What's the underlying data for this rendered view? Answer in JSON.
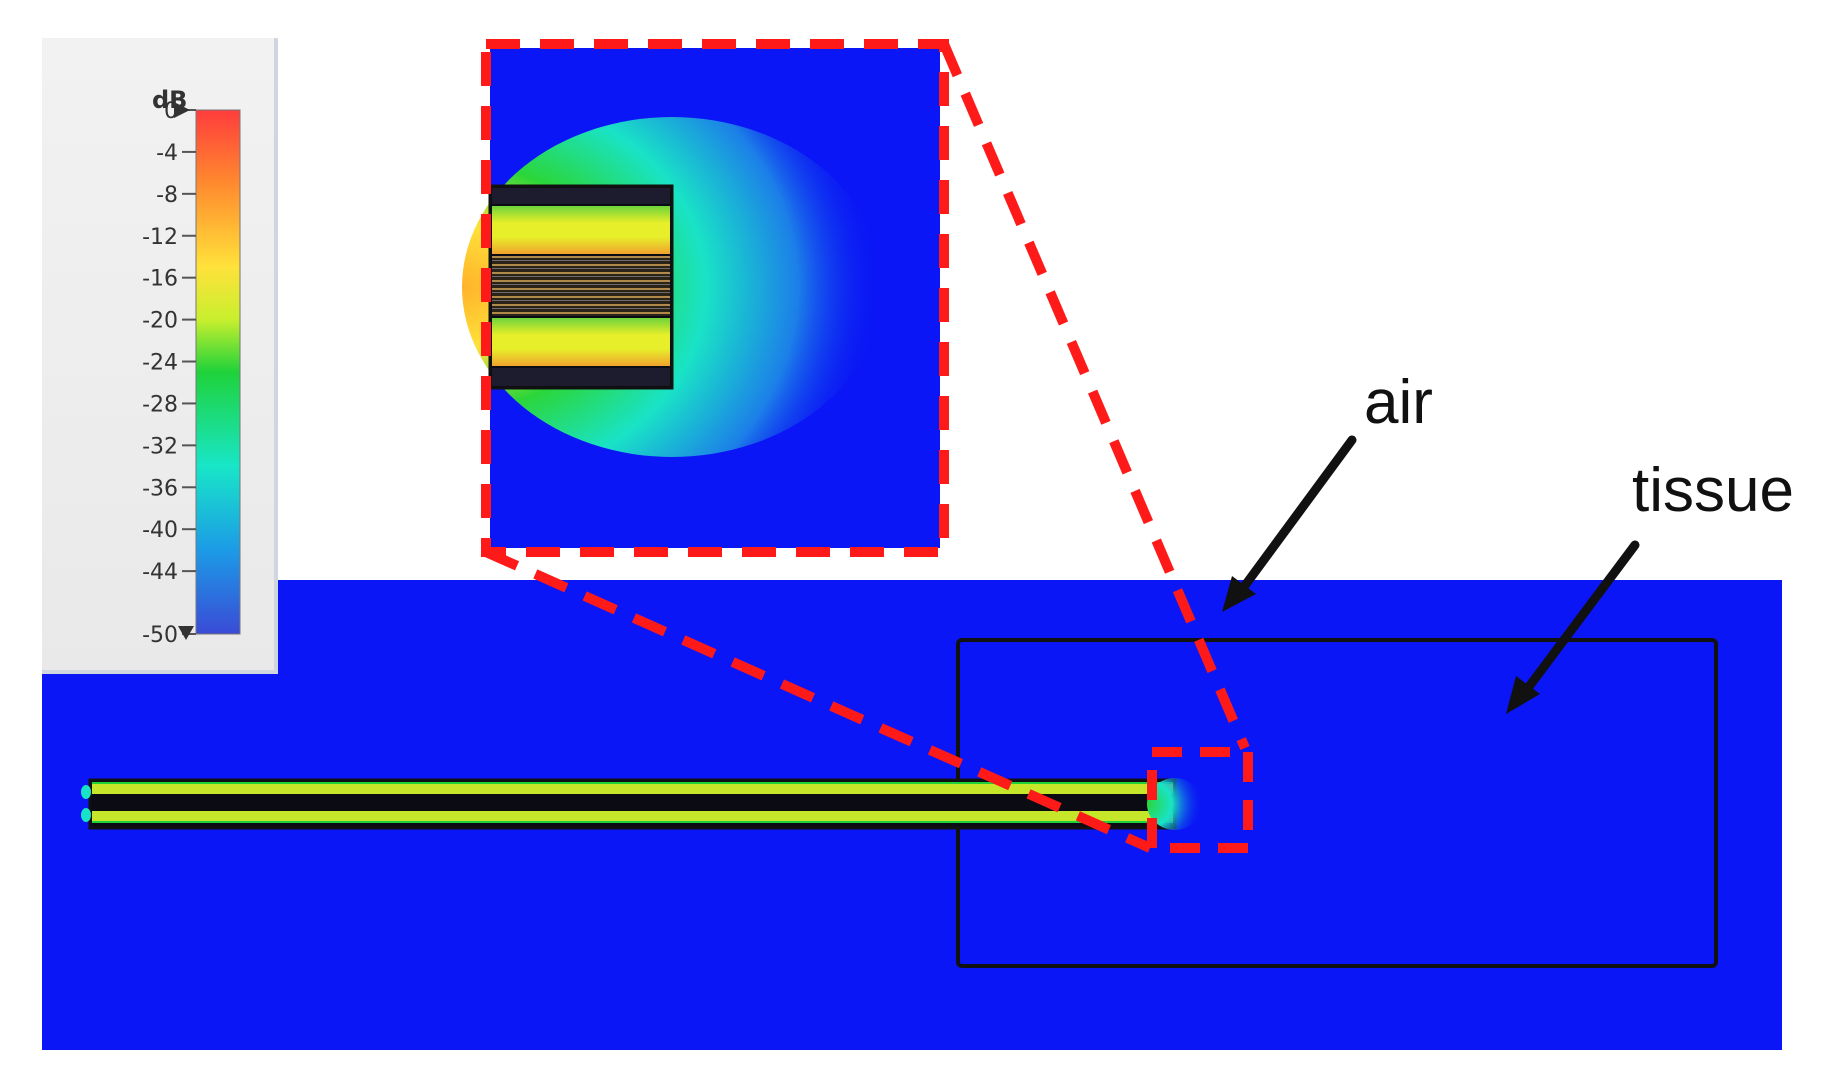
{
  "legend": {
    "unit": "dB",
    "ticks": [
      "0",
      "-4",
      "-8",
      "-12",
      "-16",
      "-20",
      "-24",
      "-28",
      "-32",
      "-36",
      "-40",
      "-44",
      "-50"
    ],
    "colorstops": [
      "#ff3c3c",
      "#ff8a2e",
      "#ffe23a",
      "#c8ef2e",
      "#1fd23a",
      "#18e6c8",
      "#1c9be6",
      "#3a4bd6"
    ]
  },
  "labels": {
    "air": "air",
    "tissue": "tissue"
  },
  "colors": {
    "background_field": "#0a16f5",
    "zoom_frame": "#ff1a1a",
    "outline": "#111111",
    "probe_inner": "#d8ea2a",
    "probe_edge": "#18d23a"
  }
}
